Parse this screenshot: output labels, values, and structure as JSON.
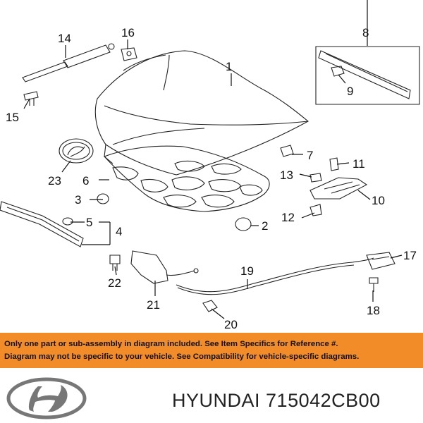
{
  "callouts": {
    "c1": "1",
    "c2": "2",
    "c3": "3",
    "c4": "4",
    "c5": "5",
    "c6": "6",
    "c7": "7",
    "c8": "8",
    "c9": "9",
    "c10": "10",
    "c11": "11",
    "c12": "12",
    "c13": "13",
    "c14": "14",
    "c15": "15",
    "c16": "16",
    "c17": "17",
    "c18": "18",
    "c19": "19",
    "c20": "20",
    "c21": "21",
    "c22": "22",
    "c23": "23"
  },
  "disclaimer": {
    "line1": "Only one part or sub-assembly in diagram included. See Item Specifics for Reference #.",
    "line2": "Diagram may not be specific to your vehicle. See Compatibility for vehicle-specific diagrams."
  },
  "footer": {
    "brand": "HYUNDAI",
    "part_number": "715042CB00"
  },
  "colors": {
    "banner": "#f28c28",
    "ink": "#222222"
  },
  "icons": {
    "logo": "hyundai-logo-icon"
  }
}
